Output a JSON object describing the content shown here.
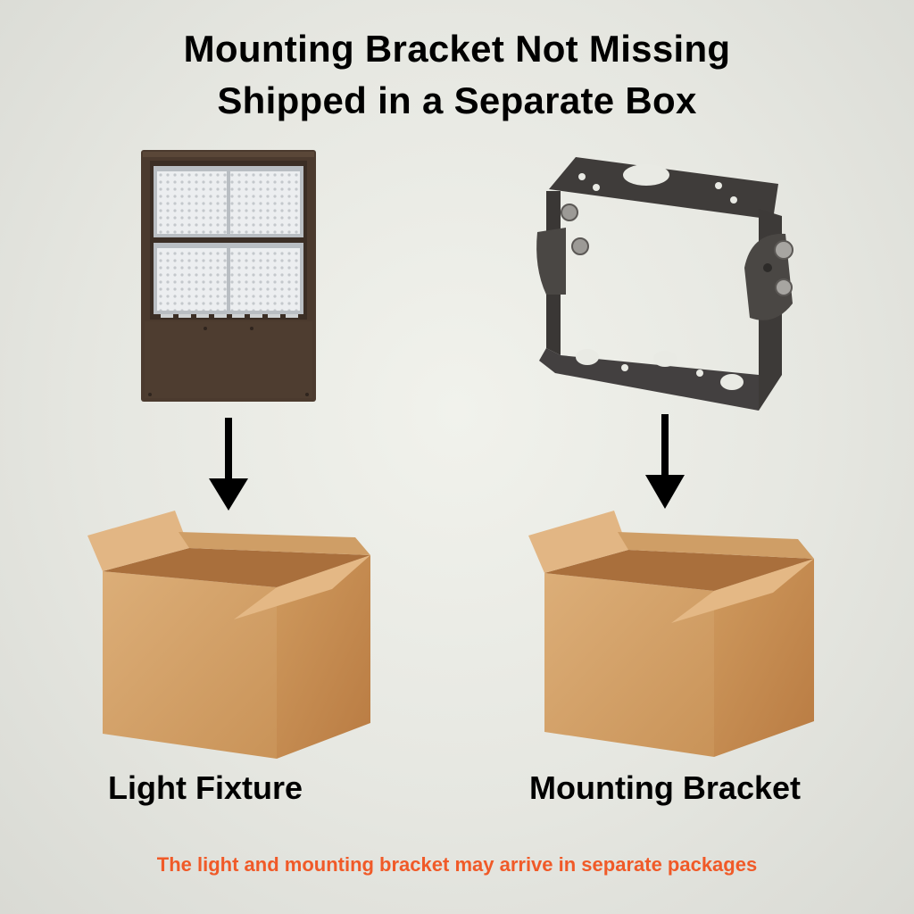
{
  "heading": {
    "line1": "Mounting Bracket Not Missing",
    "line2": "Shipped in a Separate Box"
  },
  "items": [
    {
      "label": "Light Fixture"
    },
    {
      "label": "Mounting Bracket"
    }
  ],
  "footer_note": "The light and mounting bracket may arrive in separate packages",
  "colors": {
    "note": "#f05a28",
    "fixture_housing": "#4b3a2e",
    "bracket": "#464341",
    "box_front": "#d3a06a",
    "box_side": "#c98b52",
    "box_flap": "#deb07c",
    "arrow": "#000000"
  }
}
